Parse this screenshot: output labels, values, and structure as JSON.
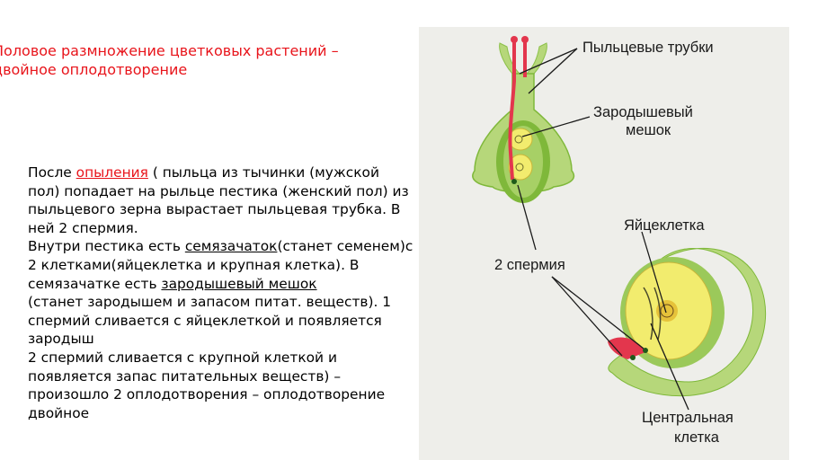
{
  "slide": {
    "title_line1": "Половое размножение цветковых растений –",
    "title_line2": "двойное оплодотворение"
  },
  "text": {
    "p1_before": "После ",
    "p1_link": "опыления",
    "p1_after": " ( пыльца из тычинки (мужской пол) попадает на рыльце пестика (женский пол)  из пыльцевого зерна вырастает пыльцевая трубка. В ней 2 спермия.",
    "p2_before": " Внутри пестика есть ",
    "p2_u1": "семязачаток",
    "p2_mid": "(станет семенем)с 2 клетками(яйцеклетка и крупная клетка). В семязачатке есть ",
    "p2_u2": "зародышевый мешок",
    "p3": "(станет зародышем и запасом питат. веществ).  1 спермий сливается с яйцеклеткой и появляется зародыш",
    "p4": "2 спермий сливается с крупной клеткой и появляется запас питательных веществ) – произошло 2 оплодотворения – оплодотворение двойное"
  },
  "figure": {
    "label_pollen_tubes": "Пыльцевые трубки",
    "label_embryo_sac_1": "Зародышевый",
    "label_embryo_sac_2": "мешок",
    "label_egg_cell": "Яйцеклетка",
    "label_two_sperm": "2 спермия",
    "label_central_1": "Центральная",
    "label_central_2": "клетка",
    "colors": {
      "tissue_green": "#b6d77a",
      "tissue_dark": "#7fb83a",
      "sac_yellow": "#f2ec6e",
      "tube_red": "#e3364d",
      "background": "#eeeeea"
    }
  }
}
